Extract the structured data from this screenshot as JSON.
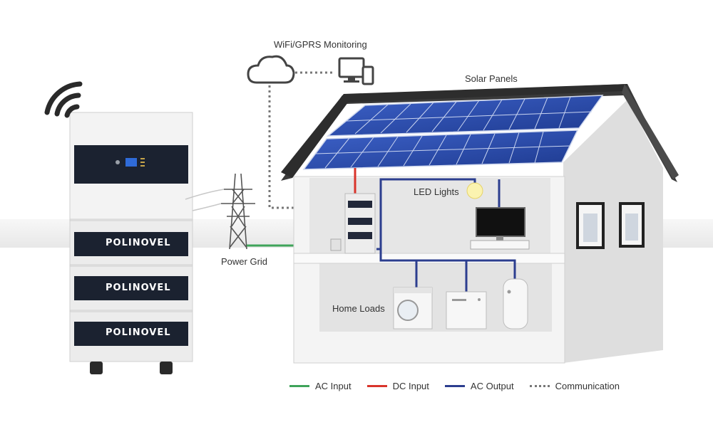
{
  "labels": {
    "monitoring": "WiFi/GPRS Monitoring",
    "solar_panels": "Solar Panels",
    "led_lights": "LED Lights",
    "power_grid": "Power Grid",
    "home_loads": "Home Loads"
  },
  "battery": {
    "brand": "POLINOVEL",
    "module_count": 3
  },
  "legend": [
    {
      "label": "AC Input",
      "color": "#3fa45a",
      "style": "solid"
    },
    {
      "label": "DC Input",
      "color": "#d9342b",
      "style": "solid"
    },
    {
      "label": "AC Output",
      "color": "#2c3e8f",
      "style": "solid"
    },
    {
      "label": "Communication",
      "color": "#777777",
      "style": "dotted"
    }
  ],
  "colors": {
    "ac_input": "#3fa45a",
    "dc_input": "#d9342b",
    "ac_output": "#2c3e8f",
    "communication": "#777777",
    "panel_blue": "#2d4fb0",
    "roof": "#3a3a3a"
  }
}
